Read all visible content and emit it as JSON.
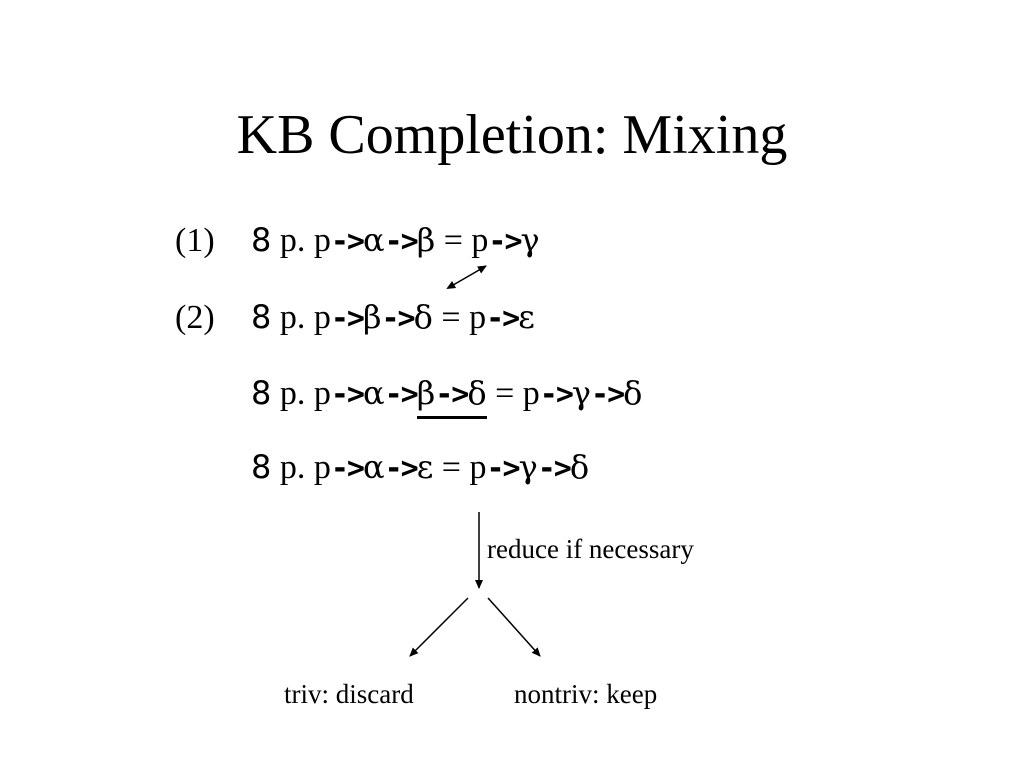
{
  "title": "KB Completion: Mixing",
  "symbols": {
    "forall": "8",
    "arrow": "->",
    "equals": "=",
    "p_dot": "p.",
    "p": "p",
    "alpha": "α",
    "beta": "β",
    "gamma": "γ",
    "delta": "δ",
    "epsilon": "ε"
  },
  "labels": {
    "eq1": "(1)",
    "eq2": "(2)"
  },
  "annotations": {
    "reduce": "reduce if necessary",
    "discard": "triv: discard",
    "keep": "nontriv: keep"
  }
}
